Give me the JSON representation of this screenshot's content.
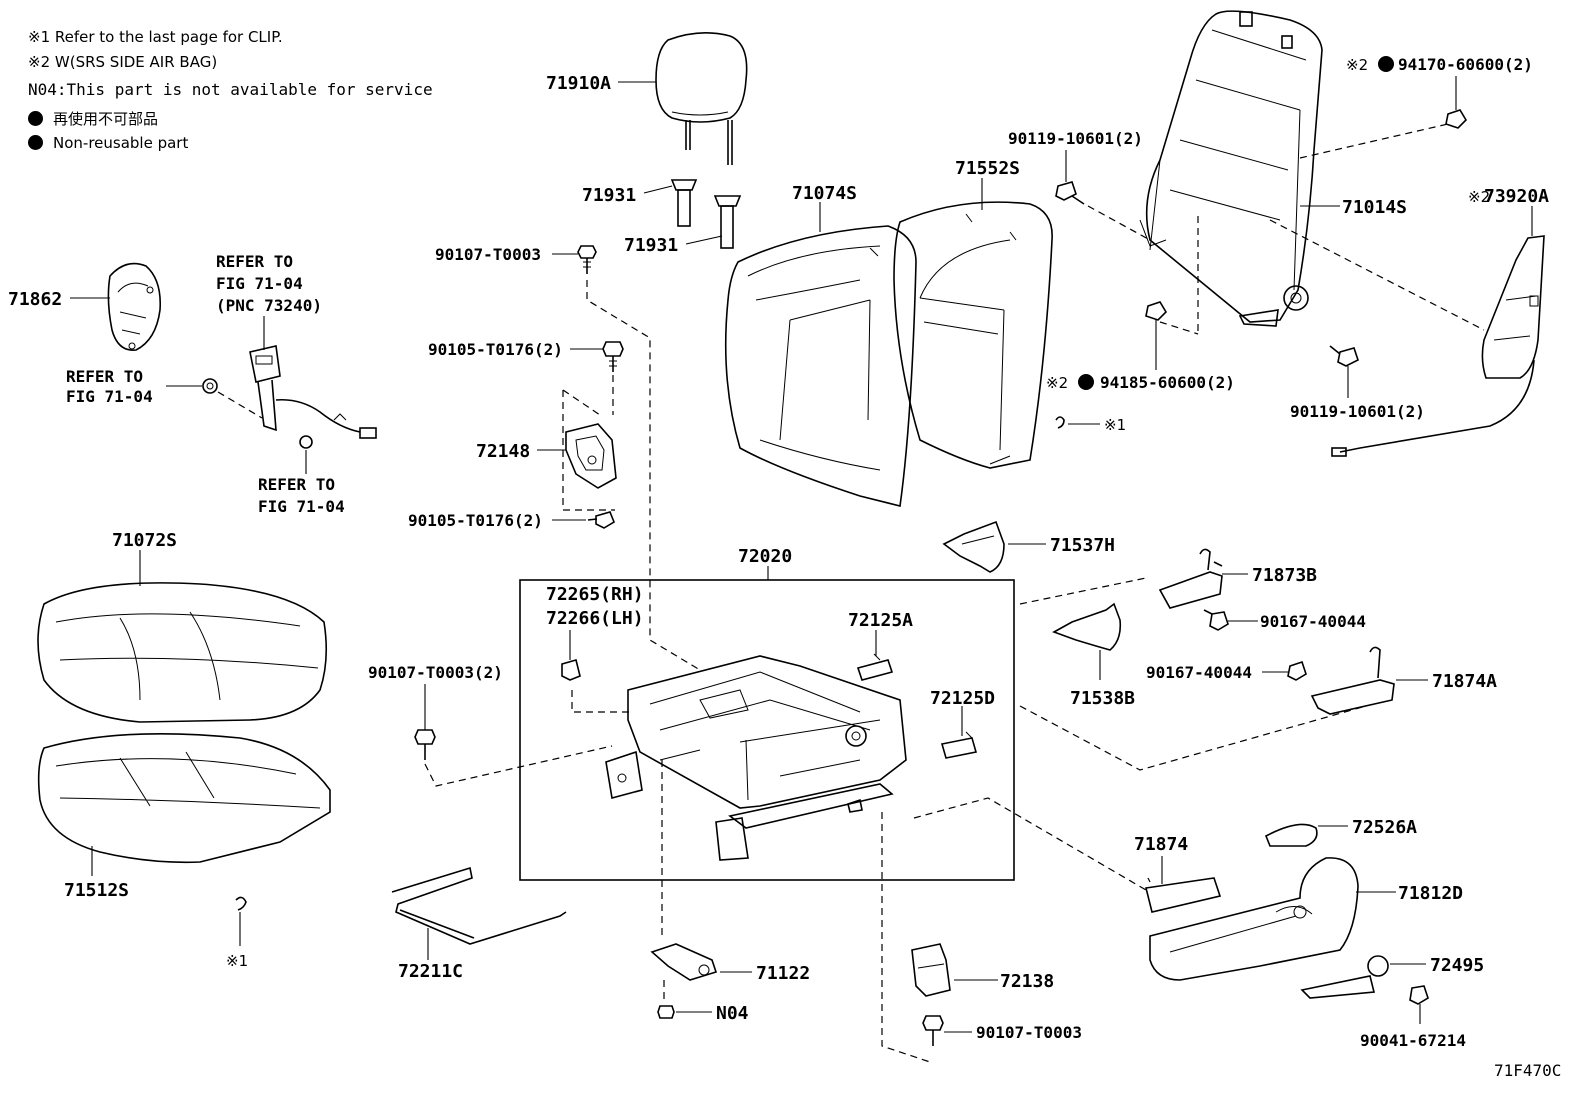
{
  "notes": {
    "note1": "※1 Refer to the last page for CLIP.",
    "note2": "※2 W(SRS SIDE AIR BAG)",
    "note3": "N04:This part is not available for service",
    "note4": "再使用不可部品",
    "note5": "Non-reusable part"
  },
  "labels": {
    "p71910A": "71910A",
    "p71931a": "71931",
    "p71931b": "71931",
    "p90107_T0003_top": "90107-T0003",
    "p90105_T0176_a": "90105-T0176(2)",
    "p72148": "72148",
    "p90105_T0176_b": "90105-T0176(2)",
    "p71862": "71862",
    "refer1_l1": "REFER TO",
    "refer1_l2": "FIG 71-04",
    "refer1_l3": "(PNC 73240)",
    "refer2_l1": "REFER TO",
    "refer2_l2": "FIG 71-04",
    "refer3_l1": "REFER TO",
    "refer3_l2": "FIG 71-04",
    "p71074S": "71074S",
    "p71552S": "71552S",
    "p90119_10601_a": "90119-10601(2)",
    "p71014S": "71014S",
    "p94170_mark": "※2",
    "p94170": "94170-60600(2)",
    "p73920A_mark": "※2",
    "p73920A": "73920A",
    "p94185_mark": "※2",
    "p94185": "94185-60600(2)",
    "p90119_10601_b": "90119-10601(2)",
    "clip_mark_a": "※1",
    "p71537H": "71537H",
    "p71873B": "71873B",
    "p90167_40044_a": "90167-40044",
    "p71538B": "71538B",
    "p90167_40044_b": "90167-40044",
    "p71874A": "71874A",
    "p71072S": "71072S",
    "p72020": "72020",
    "p72265": "72265(RH)",
    "p72266": "72266(LH)",
    "p72125A": "72125A",
    "p72125D": "72125D",
    "p90107_T0003_2": "90107-T0003(2)",
    "p71512S": "71512S",
    "clip_mark_b": "※1",
    "p72211C": "72211C",
    "p71122": "71122",
    "pN04": "N04",
    "p72138": "72138",
    "p90107_T0003_bot": "90107-T0003",
    "p71874": "71874",
    "p72526A": "72526A",
    "p71812D": "71812D",
    "p72495": "72495",
    "p90041_67214": "90041-67214",
    "fig_id": "71F470C"
  }
}
